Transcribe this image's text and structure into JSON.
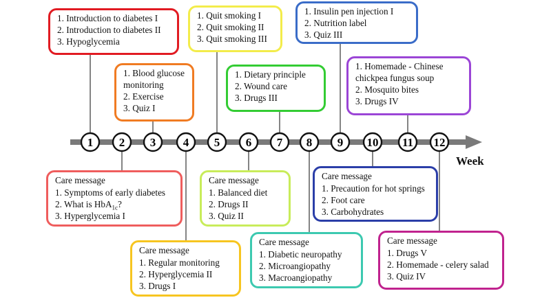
{
  "axis_label": "Week",
  "weeks": [
    "1",
    "2",
    "3",
    "4",
    "5",
    "6",
    "7",
    "8",
    "9",
    "10",
    "11",
    "12"
  ],
  "colors": {
    "axis": "#7a7a7a",
    "connector": "#666666"
  },
  "top_boxes": [
    {
      "week": 1,
      "color": "#e11b22",
      "lines": [
        "1. Introduction to diabetes I",
        "2. Introduction to diabetes II",
        "3. Hypoglycemia"
      ]
    },
    {
      "week": 3,
      "color": "#f07b22",
      "lines": [
        "1. Blood glucose",
        "monitoring",
        "2. Exercise",
        "3. Quiz I"
      ]
    },
    {
      "week": 5,
      "color": "#f3ec4a",
      "lines": [
        "1. Quit smoking I",
        "2. Quit smoking II",
        "3. Quit smoking III"
      ]
    },
    {
      "week": 7,
      "color": "#33cc33",
      "lines": [
        "1. Dietary principle",
        "2. Wound care",
        "3. Drugs III"
      ]
    },
    {
      "week": 9,
      "color": "#3a6cc8",
      "lines": [
        "1. Insulin pen injection I",
        "2. Nutrition label",
        "3. Quiz III"
      ]
    },
    {
      "week": 11,
      "color": "#9b45d6",
      "lines": [
        "1. Homemade - Chinese",
        "chickpea fungus soup",
        "2. Mosquito bites",
        "3. Drugs IV"
      ]
    }
  ],
  "bottom_boxes": [
    {
      "week": 2,
      "color": "#ef5d5d",
      "lines": [
        "Care message",
        "1. Symptoms of early diabetes",
        "2. What is HbA1c?",
        "3. Hyperglycemia I"
      ]
    },
    {
      "week": 4,
      "color": "#f7c520",
      "lines": [
        "Care message",
        "1. Regular monitoring",
        "2. Hyperglycemia II",
        "3. Drugs I"
      ]
    },
    {
      "week": 6,
      "color": "#c8ec5a",
      "lines": [
        "Care message",
        "1. Balanced diet",
        "2. Drugs II",
        "3. Quiz II"
      ]
    },
    {
      "week": 8,
      "color": "#3cc9b0",
      "lines": [
        "Care message",
        "1. Diabetic neuropathy",
        "2. Microangiopathy",
        "3. Macroangiopathy"
      ]
    },
    {
      "week": 10,
      "color": "#2b3ea8",
      "lines": [
        "Care message",
        "1. Precaution for hot springs",
        "2. Foot care",
        "3. Carbohydrates"
      ]
    },
    {
      "week": 12,
      "color": "#c0228e",
      "lines": [
        "Care message",
        "1. Drugs V",
        "2. Homemade - celery salad",
        "3. Quiz IV"
      ]
    }
  ]
}
